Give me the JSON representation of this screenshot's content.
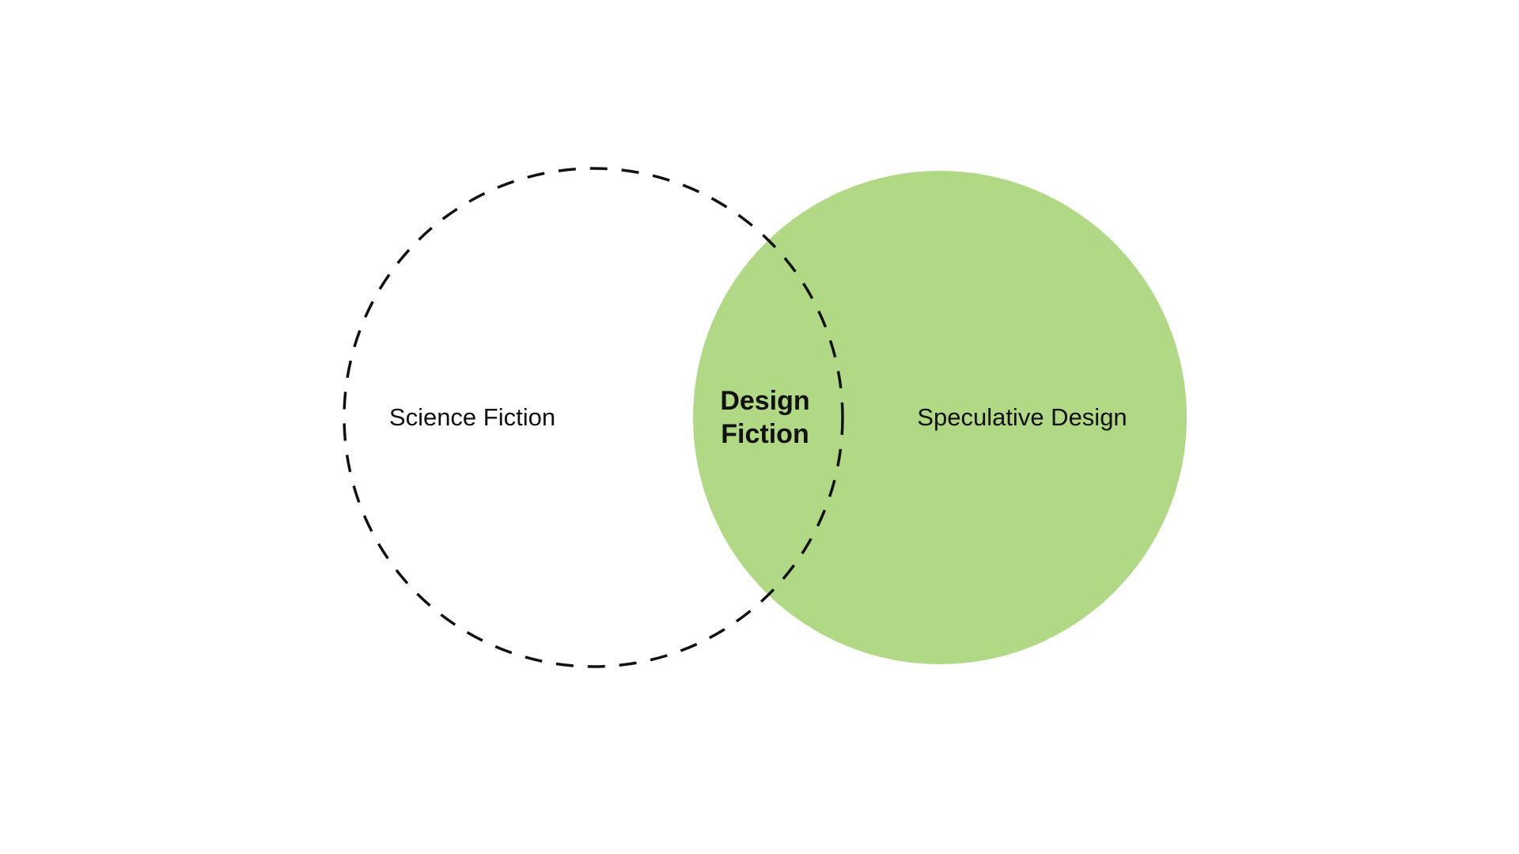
{
  "diagram": {
    "type": "venn",
    "colors": {
      "background": "#ffffff",
      "filled_circle": "#b0d885",
      "dashed_outline": "#111111",
      "text": "#111111"
    },
    "sets": [
      {
        "id": "science-fiction",
        "label": "Science Fiction",
        "style": "dashed-outline"
      },
      {
        "id": "speculative-design",
        "label": "Speculative Design",
        "style": "filled"
      }
    ],
    "intersection": {
      "label_line_1": "Design",
      "label_line_2": "Fiction",
      "style": "bold"
    }
  }
}
